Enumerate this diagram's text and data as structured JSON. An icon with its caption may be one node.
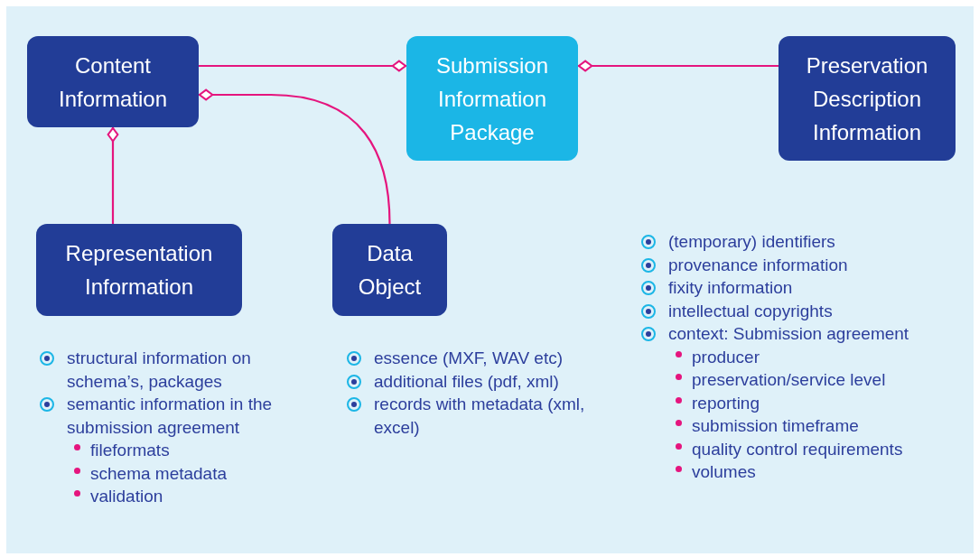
{
  "diagram": {
    "nodes": [
      {
        "text": [
          "Content Information"
        ]
      },
      {
        "text": [
          "Submission Information Package"
        ]
      },
      {
        "text": [
          "Preservation Description Information"
        ],
        "beside": [
          "(temporary) identifiers",
          "provenance information",
          "fixity information",
          "intellectual copyrights",
          "context: Submission agreement",
          "producer",
          "preservation/service level",
          "reporting",
          "submission timeframe",
          "quality control requirements",
          "volumes"
        ]
      },
      {
        "text": [
          "Representation Information"
        ],
        "beside": [
          "structural information on schema’s, packages",
          "semantic information in the submission agreement",
          "fileformats",
          "schema metadata",
          "validation"
        ]
      },
      {
        "text": [
          "Data Object"
        ],
        "beside": [
          "essence (MXF, WAV etc)",
          "additional files (pdf, xml)",
          "records with metadata (xml, excel)"
        ]
      }
    ],
    "edges": [
      {
        "from": 1,
        "to": 0,
        "arrow": "other"
      },
      {
        "from": 1,
        "to": 2,
        "arrow": "other"
      },
      {
        "from": 0,
        "to": 4,
        "arrow": "other"
      },
      {
        "from": 0,
        "to": 3,
        "arrow": "other"
      }
    ]
  }
}
